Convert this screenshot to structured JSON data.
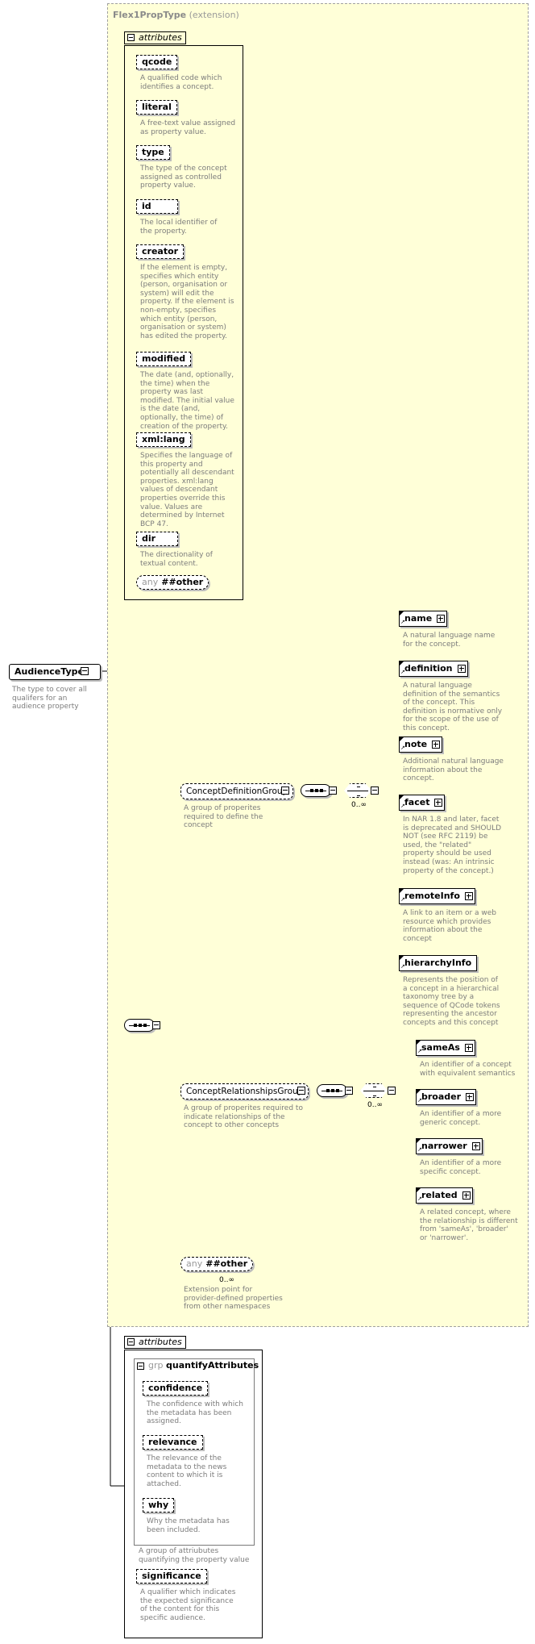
{
  "root": {
    "name": "AudienceType",
    "description": "The type to cover all qualifers for an audience property"
  },
  "extension": {
    "base": "Flex1PropType",
    "kind": "(extension)"
  },
  "base_attributes": {
    "title": "attributes",
    "items": [
      {
        "name": "qcode",
        "description": "A qualified code which identifies a concept."
      },
      {
        "name": "literal",
        "description": "A free-text value assigned as property value."
      },
      {
        "name": "type",
        "description": "The type of the concept assigned as controlled property value."
      },
      {
        "name": "id",
        "description": "The local identifier of the property."
      },
      {
        "name": "creator",
        "description": "If the element is empty, specifies which entity (person, organisation or system) will edit the property. If the element is non-empty, specifies which entity (person, organisation or system) has edited the property."
      },
      {
        "name": "modified",
        "description": "The date (and, optionally, the time) when the property was last modified. The initial value is the date (and, optionally, the time) of creation of the property."
      },
      {
        "name": "xml:lang",
        "description": "Specifies the language of this property and potentially all descendant properties. xml:lang values of descendant properties override this value. Values are determined by Internet BCP 47."
      },
      {
        "name": "dir",
        "description": "The directionality of textual content."
      }
    ],
    "any": {
      "keyword": "any",
      "name": "##other"
    }
  },
  "concept_definition_group": {
    "name": "ConceptDefinitionGroup",
    "description": "A group of properites required to define the concept",
    "occurs": "0..∞",
    "elements": [
      {
        "name": "name",
        "description": "A natural language name for the concept."
      },
      {
        "name": "definition",
        "description": "A natural language definition of the semantics of the concept. This definition is normative only for the scope of the use of this concept."
      },
      {
        "name": "note",
        "description": "Additional natural language information about the concept."
      },
      {
        "name": "facet",
        "description": "In NAR 1.8 and later, facet is deprecated and SHOULD NOT (see RFC 2119) be used, the \"related\" property should be used instead (was: An intrinsic property of the concept.)"
      },
      {
        "name": "remoteInfo",
        "description": "A link to an item or a web resource which provides information about the concept"
      },
      {
        "name": "hierarchyInfo",
        "description": "Represents the position of a concept in a hierarchical taxonomy tree by a sequence of QCode tokens representing the ancestor concepts and this concept"
      }
    ]
  },
  "concept_relationships_group": {
    "name": "ConceptRelationshipsGroup",
    "description": "A group of properites required to indicate relationships of the concept to other concepts",
    "occurs": "0..∞",
    "elements": [
      {
        "name": "sameAs",
        "description": "An identifier of a concept with equivalent semantics"
      },
      {
        "name": "broader",
        "description": "An identifier of a more generic concept."
      },
      {
        "name": "narrower",
        "description": "An identifier of a more specific concept."
      },
      {
        "name": "related",
        "description": "A related concept, where the relationship is different from 'sameAs', 'broader' or 'narrower'."
      }
    ]
  },
  "any_other": {
    "keyword": "any",
    "name": "##other",
    "occurs": "0..∞",
    "description": "Extension point for provider-defined properties from other namespaces"
  },
  "own_attributes": {
    "title": "attributes",
    "group": {
      "keyword": "grp",
      "name": "quantifyAttributes",
      "description": "A group of attriubutes quantifying the property value",
      "items": [
        {
          "name": "confidence",
          "description": "The confidence with which the metadata has been assigned."
        },
        {
          "name": "relevance",
          "description": "The relevance of the metadata to the news content to which it is attached."
        },
        {
          "name": "why",
          "description": "Why the metadata has been included."
        }
      ]
    },
    "items": [
      {
        "name": "significance",
        "description": "A qualifier which indicates the expected significance of the content for this specific audience."
      }
    ]
  }
}
